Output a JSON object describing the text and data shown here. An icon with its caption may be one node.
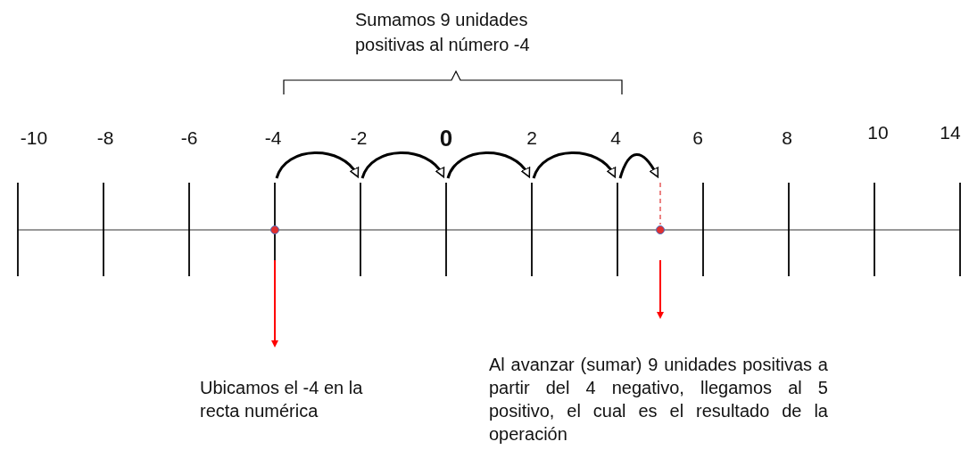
{
  "diagram": {
    "nodes": [
      {
        "text": [],
        "shape": "circle"
      },
      {
        "text": [
          "Ubicamos el -4 en la recta numérica"
        ]
      },
      {
        "text": [],
        "shape": "circle"
      },
      {
        "text": [
          "Al avanzar (sumar) 9 unidades positivas a partir del 4 negativo, llegamos al 5 positivo, el cual es el resultado de la operación"
        ]
      }
    ],
    "edges": [
      {
        "from": 0,
        "to": 1,
        "arrow": "to",
        "color": "#ff0000"
      },
      {
        "from": 2,
        "to": 3,
        "arrow": "to",
        "color": "#ff0000"
      }
    ],
    "labels": [
      "Sumamos 9 unidades positivas al número -4",
      "-10",
      "-8",
      "-6",
      "-4",
      "-2",
      "0",
      "2",
      "4",
      "6",
      "8",
      "10",
      "14"
    ]
  }
}
